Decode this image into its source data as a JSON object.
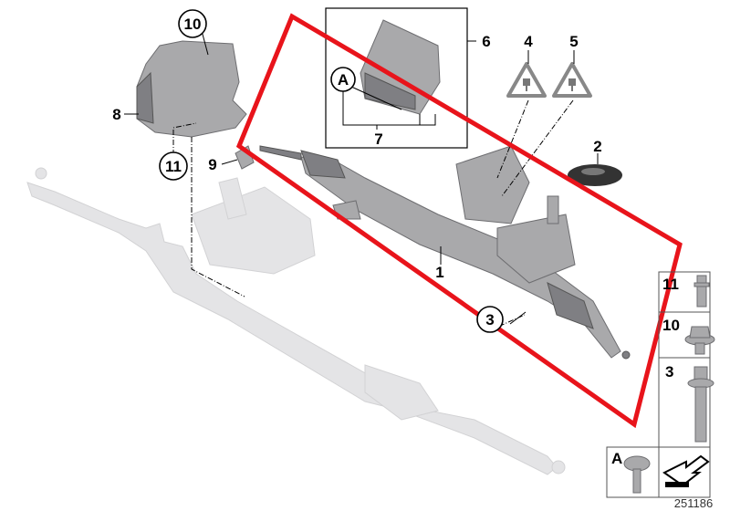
{
  "diagram": {
    "labels": {
      "p1": "1",
      "p2": "2",
      "p3": "3",
      "p4": "4",
      "p5": "5",
      "p6": "6",
      "p7": "7",
      "p8": "8",
      "p9": "9",
      "p10": "10",
      "p11": "11",
      "pA": "A"
    },
    "sidebar": [
      {
        "label": "11"
      },
      {
        "label": "10"
      },
      {
        "label": "3"
      },
      {
        "label": "A"
      }
    ],
    "diagram_number": "251186",
    "colors": {
      "highlight": "#e8141b",
      "part": "#a9a9ab"
    }
  }
}
